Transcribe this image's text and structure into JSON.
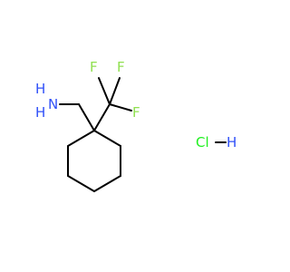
{
  "molecule": {
    "atoms": {
      "amine_N": "N",
      "amine_H1": "H",
      "amine_H2": "H",
      "fluorine_1": "F",
      "fluorine_2": "F",
      "fluorine_3": "F",
      "chlorine": "Cl",
      "hcl_H": "H"
    },
    "colors": {
      "nitrogen": "#3050F8",
      "fluorine": "#90E050",
      "chlorine": "#1FF01F",
      "hydrogen": "#3050F8",
      "bond": "#000000"
    }
  }
}
